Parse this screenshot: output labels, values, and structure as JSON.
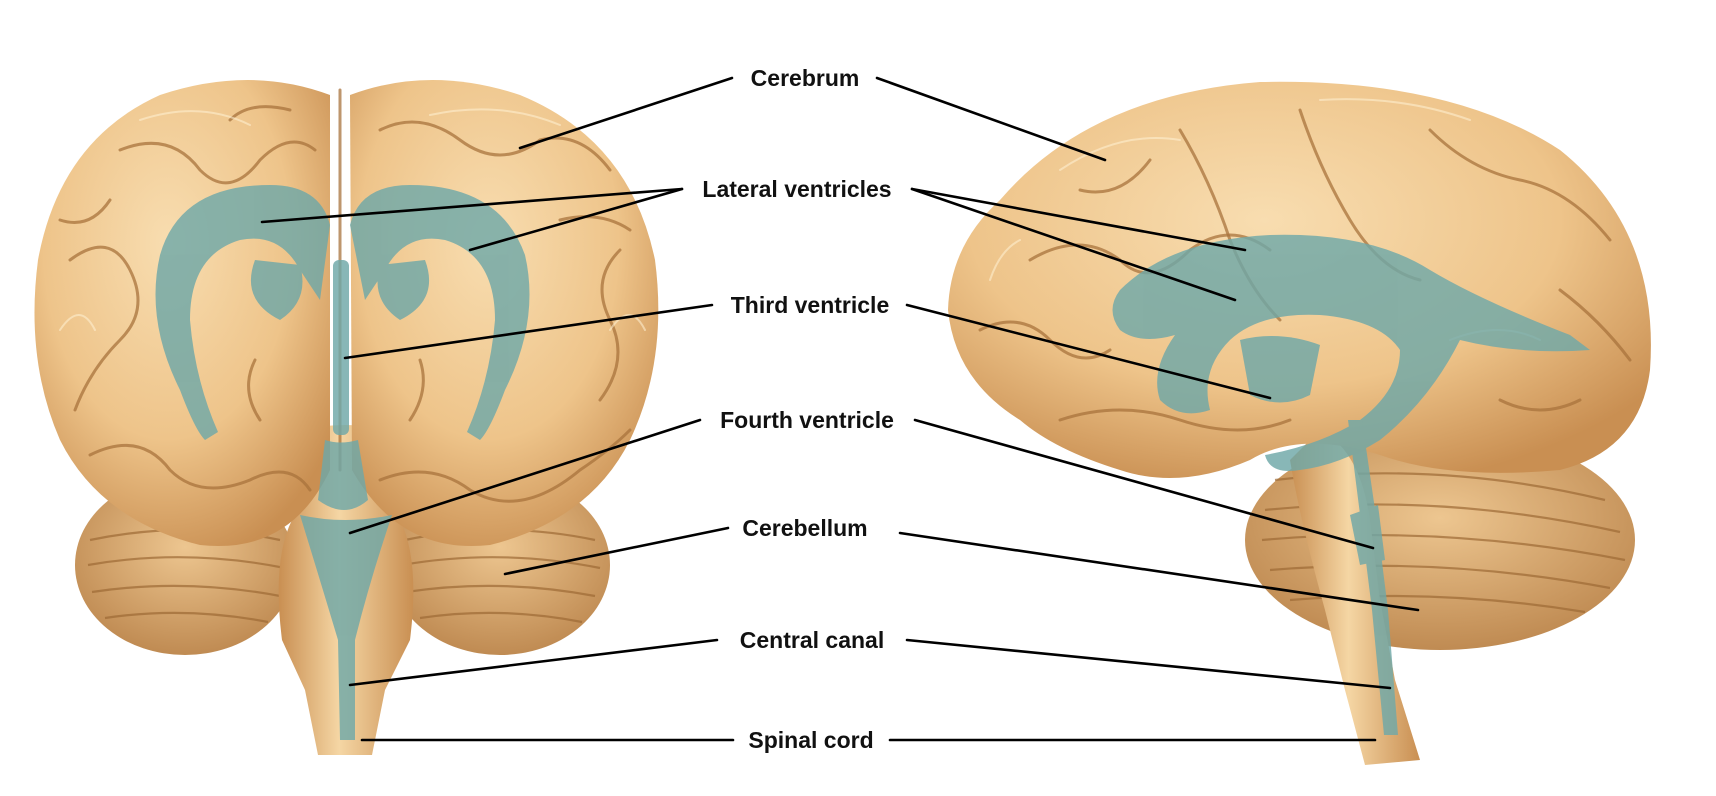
{
  "labels": {
    "cerebrum": "Cerebrum",
    "lateral_ventricles": "Lateral ventricles",
    "third_ventricle": "Third ventricle",
    "fourth_ventricle": "Fourth ventricle",
    "cerebellum": "Cerebellum",
    "central_canal": "Central canal",
    "spinal_cord": "Spinal cord"
  },
  "colors": {
    "brain_tissue": "#eec48a",
    "brain_shadow": "#c98f52",
    "ventricle": "#6fa8a8",
    "leader_line": "#000000",
    "label_text": "#111111"
  }
}
